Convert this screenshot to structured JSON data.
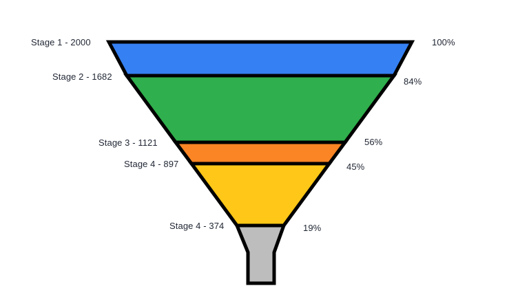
{
  "chart_data": {
    "type": "funnel",
    "title": "",
    "xlabel": "",
    "ylabel": "",
    "grid": false,
    "legend_position": "none",
    "background_color": "#ffffff",
    "outline_color": "#000000",
    "text_color": "#1f2532",
    "total": 2000,
    "categories": [
      "Stage 1",
      "Stage 2",
      "Stage 3",
      "Stage 4",
      "Stage 4"
    ],
    "values": [
      2000,
      1682,
      1121,
      897,
      374
    ],
    "percentages": [
      100,
      84,
      56,
      45,
      19
    ],
    "stages": [
      {
        "label": "Stage 1 - 2000",
        "name": "Stage 1",
        "value": 2000,
        "percent_label": "100%",
        "percent": 100,
        "color": "#3580f2",
        "color_name": "blue"
      },
      {
        "label": "Stage 2 - 1682",
        "name": "Stage 2",
        "value": 1682,
        "percent_label": "84%",
        "percent": 84,
        "color": "#2faf4d",
        "color_name": "green"
      },
      {
        "label": "Stage 3 - 1121",
        "name": "Stage 3",
        "value": 1121,
        "percent_label": "56%",
        "percent": 56,
        "color": "#fb8524",
        "color_name": "orange"
      },
      {
        "label": "Stage 4 - 897",
        "name": "Stage 4",
        "value": 897,
        "percent_label": "45%",
        "percent": 45,
        "color": "#ffc717",
        "color_name": "yellow"
      },
      {
        "label": "Stage 4 - 374",
        "name": "Stage 4",
        "value": 374,
        "percent_label": "19%",
        "percent": 19,
        "color": "#bdbdbd",
        "color_name": "gray"
      }
    ]
  }
}
